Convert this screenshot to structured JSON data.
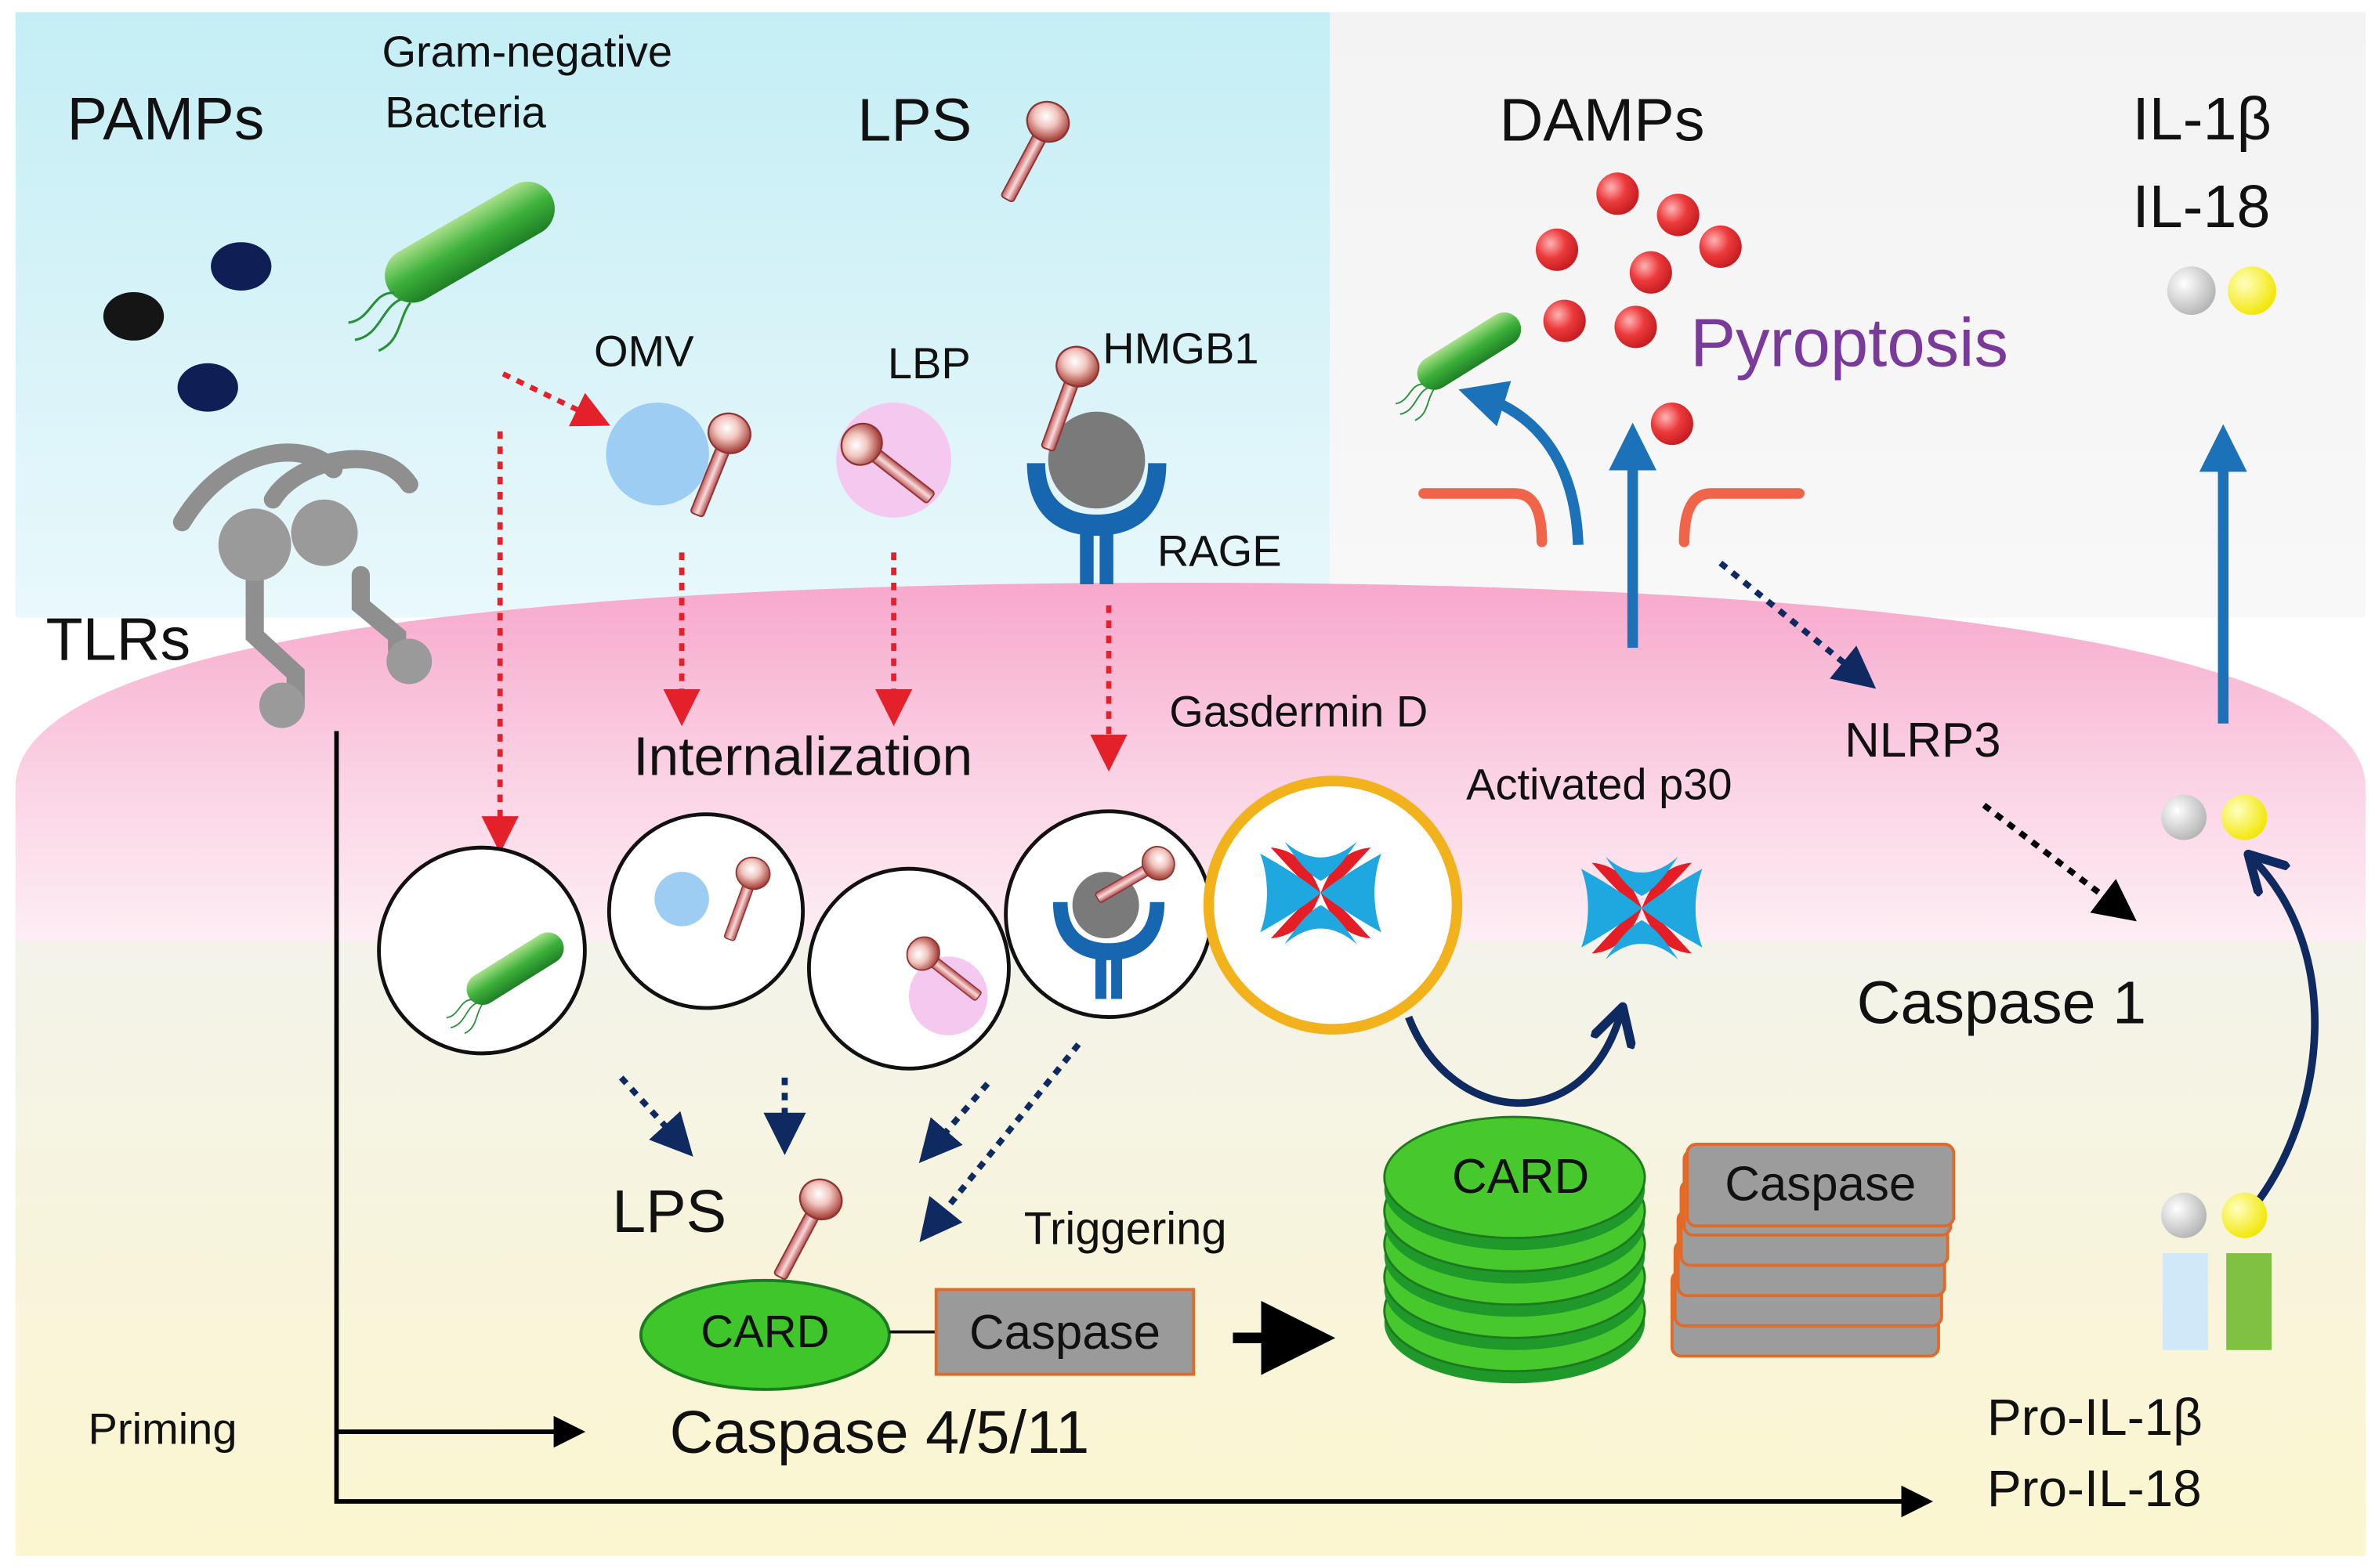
{
  "labels": {
    "pamps": "PAMPs",
    "bacteria_line1": "Gram-negative",
    "bacteria_line2": "Bacteria",
    "lps_top": "LPS",
    "damps": "DAMPs",
    "il1b": "IL-1β",
    "il18": "IL-18",
    "omv": "OMV",
    "lbp": "LBP",
    "hmgb1": "HMGB1",
    "pyroptosis": "Pyroptosis",
    "rage": "RAGE",
    "tlrs": "TLRs",
    "internalization": "Internalization",
    "gasdermin_d": "Gasdermin D",
    "activated_p30": "Activated p30",
    "nlrp3": "NLRP3",
    "caspase1": "Caspase 1",
    "lps_bottom": "LPS",
    "card_small": "CARD",
    "caspase_small": "Caspase",
    "triggering": "Triggering",
    "card_stack": "CARD",
    "caspase_stack": "Caspase",
    "priming": "Priming",
    "caspase_4511": "Caspase 4/5/11",
    "pro_il1b": "Pro-IL-1β",
    "pro_il18": "Pro-IL-18"
  },
  "colors": {
    "extracellular_left": "#d8f3f8",
    "extracellular_right": "#f4f4f4",
    "membrane": "#f6b6d3",
    "cytoplasm": "#fbf8dd",
    "red_arrow": "#e4202a",
    "navy_arrow": "#0f2a60",
    "blue_arrow": "#1c72b8",
    "card_green": "#43c22b",
    "caspase_gray": "#9a9a9a",
    "damp_red": "#e8383b",
    "gsdmd_ring": "#f2b21c",
    "pyroptosis_purple": "#7a3a9a",
    "rage_blue": "#1766b0"
  }
}
